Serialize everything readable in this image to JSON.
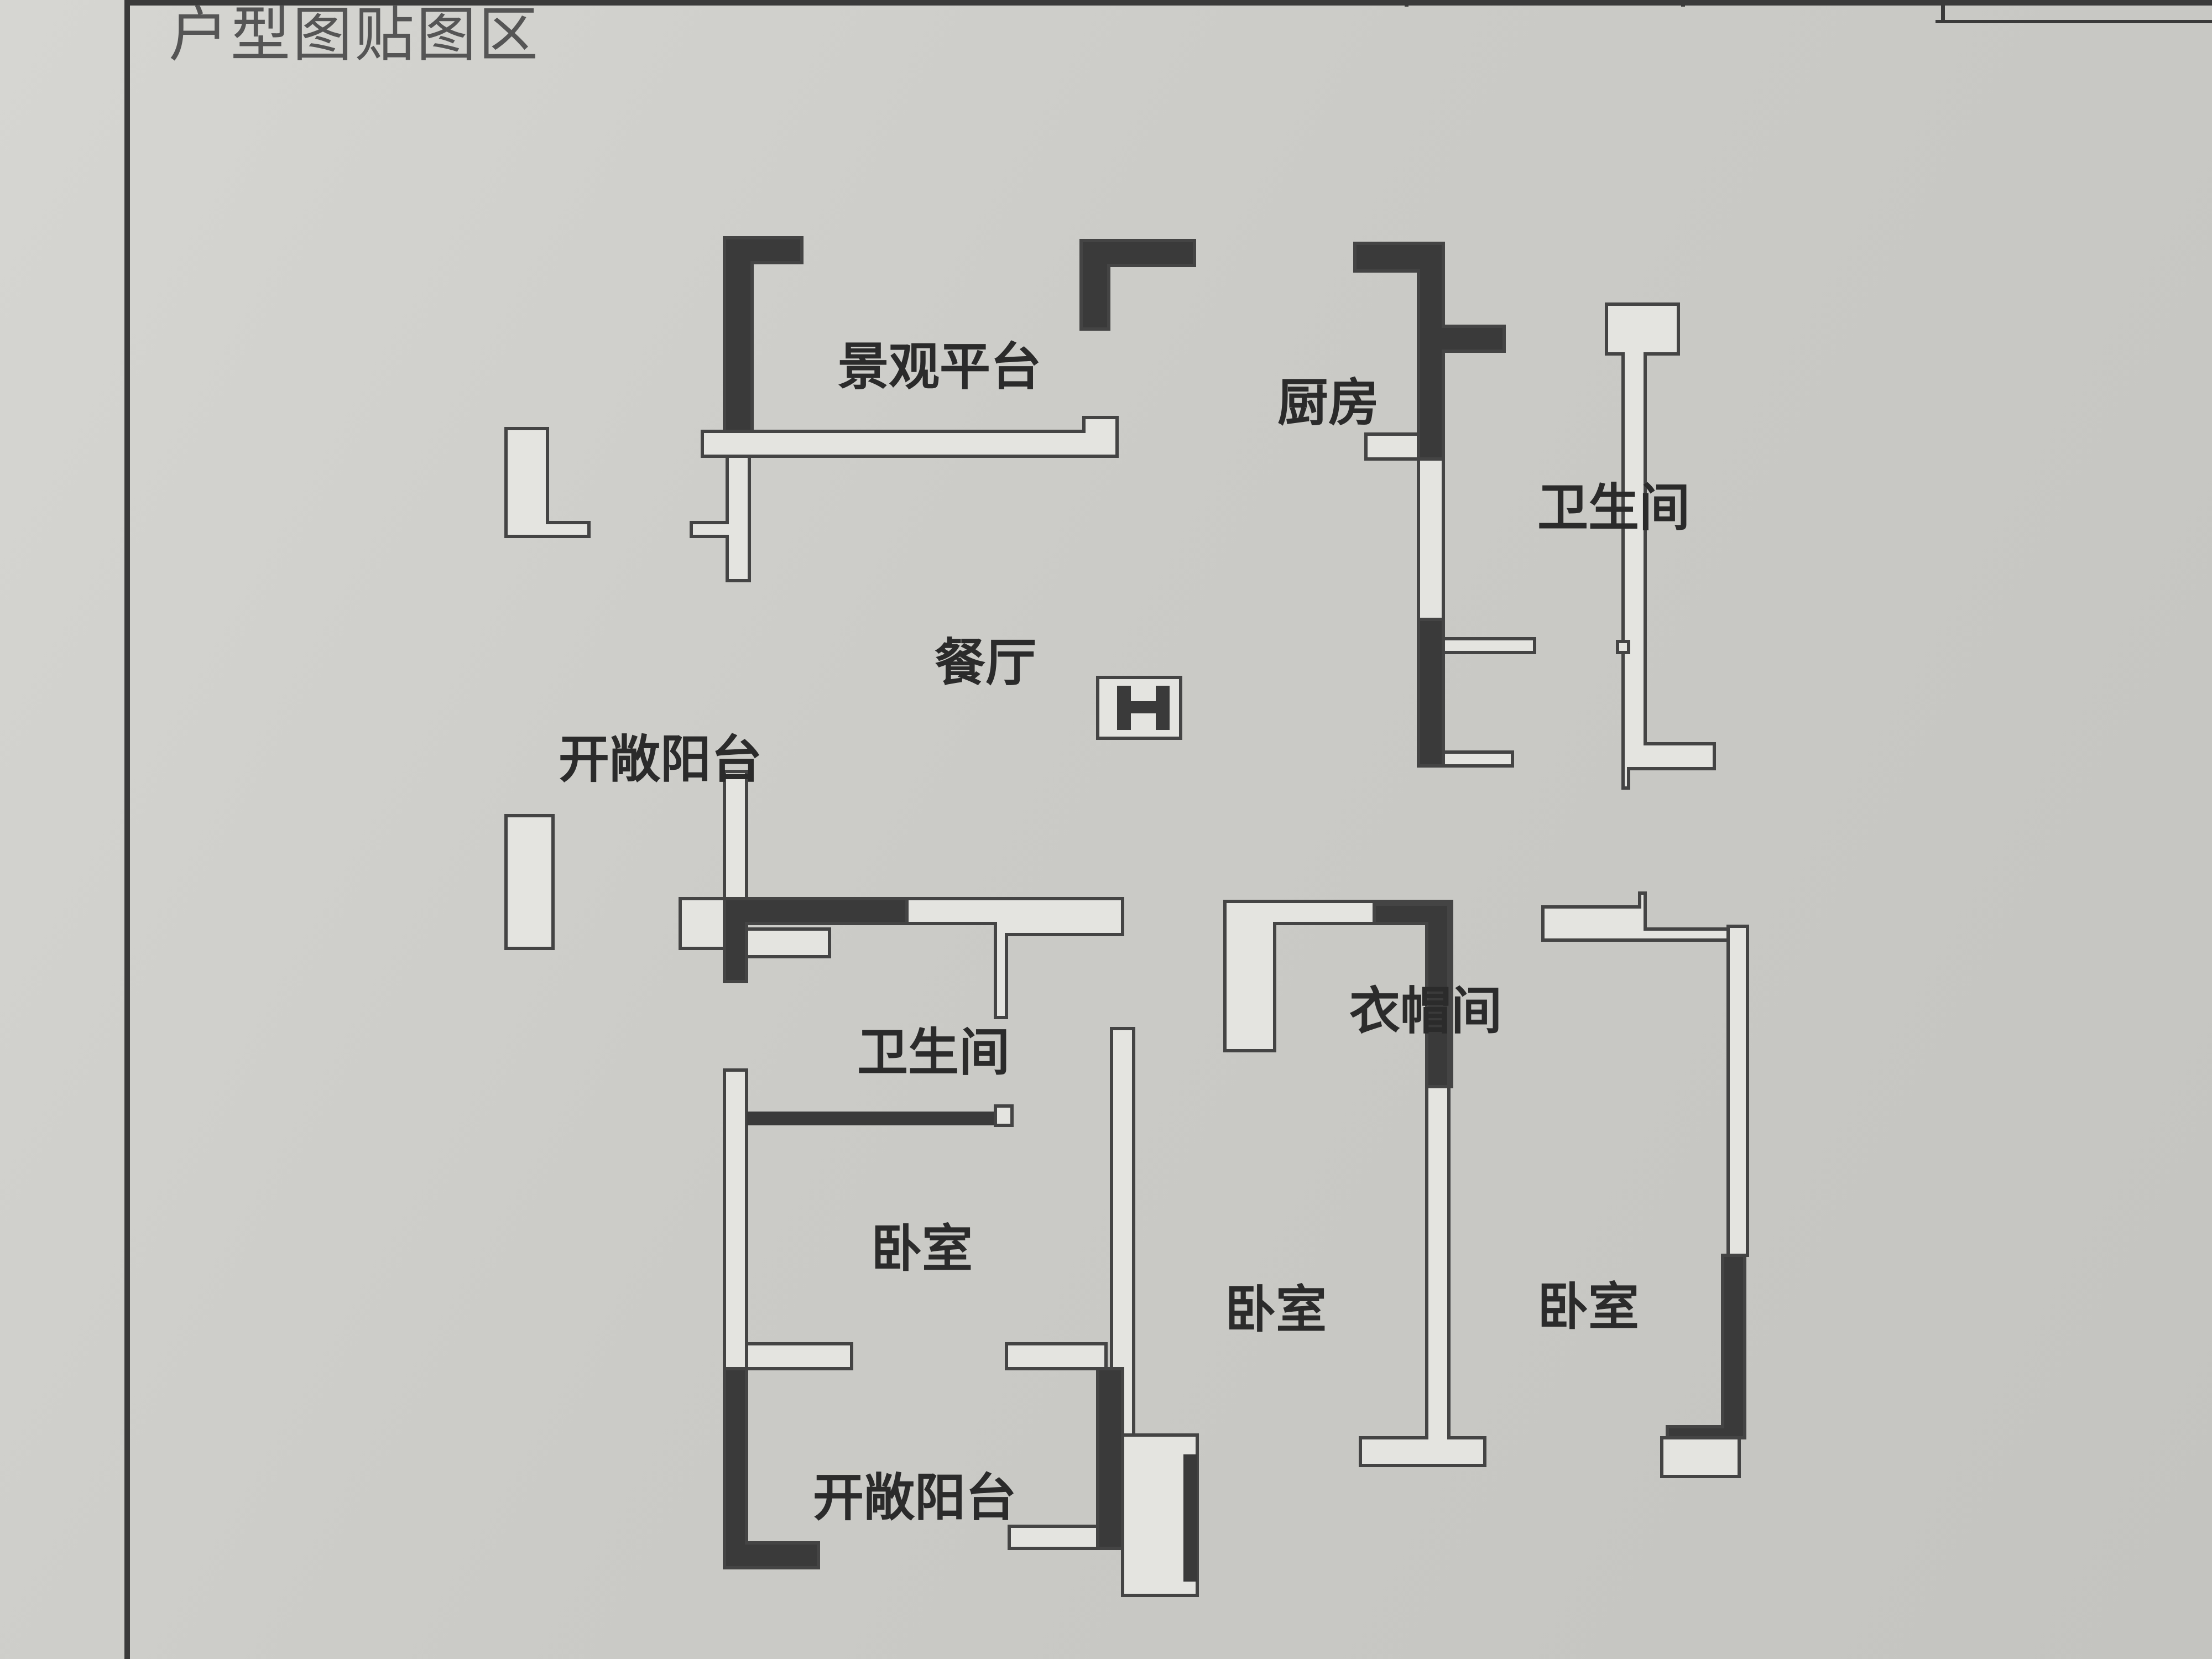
{
  "header": {
    "title": "户型图贴图区"
  },
  "rooms": {
    "balcony_top": "景观平台",
    "kitchen": "厨房",
    "bathroom_right": "卫生间",
    "dining": "餐厅",
    "balcony_left": "开敞阳台",
    "bathroom_mid": "卫生间",
    "bedroom_1": "卧室",
    "closet": "衣帽间",
    "bedroom_2": "卧室",
    "bedroom_3": "卧室",
    "balcony_bottom": "开敞阳台"
  },
  "colors": {
    "wall_dark": "#3a3a3a",
    "wall_light": "#e4e4e0",
    "line": "#444444"
  }
}
